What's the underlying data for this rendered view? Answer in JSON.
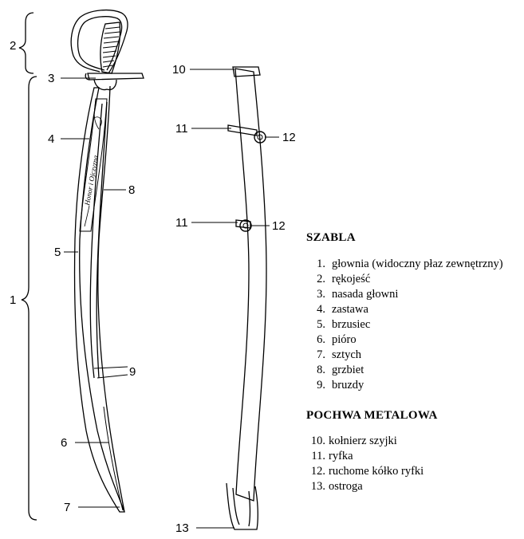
{
  "sabre_labels": [
    "2",
    "3",
    "4",
    "8",
    "5",
    "1",
    "9",
    "6",
    "7"
  ],
  "scabbard_labels": [
    "10",
    "11",
    "12",
    "11",
    "12",
    "13"
  ],
  "engraving": "Honor i Ojczyzna",
  "legend": {
    "sabre_title": "SZABLA",
    "sabre_items": [
      {
        "num": "1.",
        "text": "głownia (widoczny płaz zewnętrzny)"
      },
      {
        "num": "2.",
        "text": "rękojeść"
      },
      {
        "num": "3.",
        "text": "nasada głowni"
      },
      {
        "num": "4.",
        "text": "zastawa"
      },
      {
        "num": "5.",
        "text": "brzusiec"
      },
      {
        "num": "6.",
        "text": "pióro"
      },
      {
        "num": "7.",
        "text": "sztych"
      },
      {
        "num": "8.",
        "text": "grzbiet"
      },
      {
        "num": "9.",
        "text": "bruzdy"
      }
    ],
    "scabbard_title": "POCHWA METALOWA",
    "scabbard_items": [
      {
        "num": "10.",
        "text": "kołnierz szyjki"
      },
      {
        "num": "11.",
        "text": "ryfka"
      },
      {
        "num": "12.",
        "text": "ruchome kółko ryfki"
      },
      {
        "num": "13.",
        "text": "ostroga"
      }
    ]
  }
}
